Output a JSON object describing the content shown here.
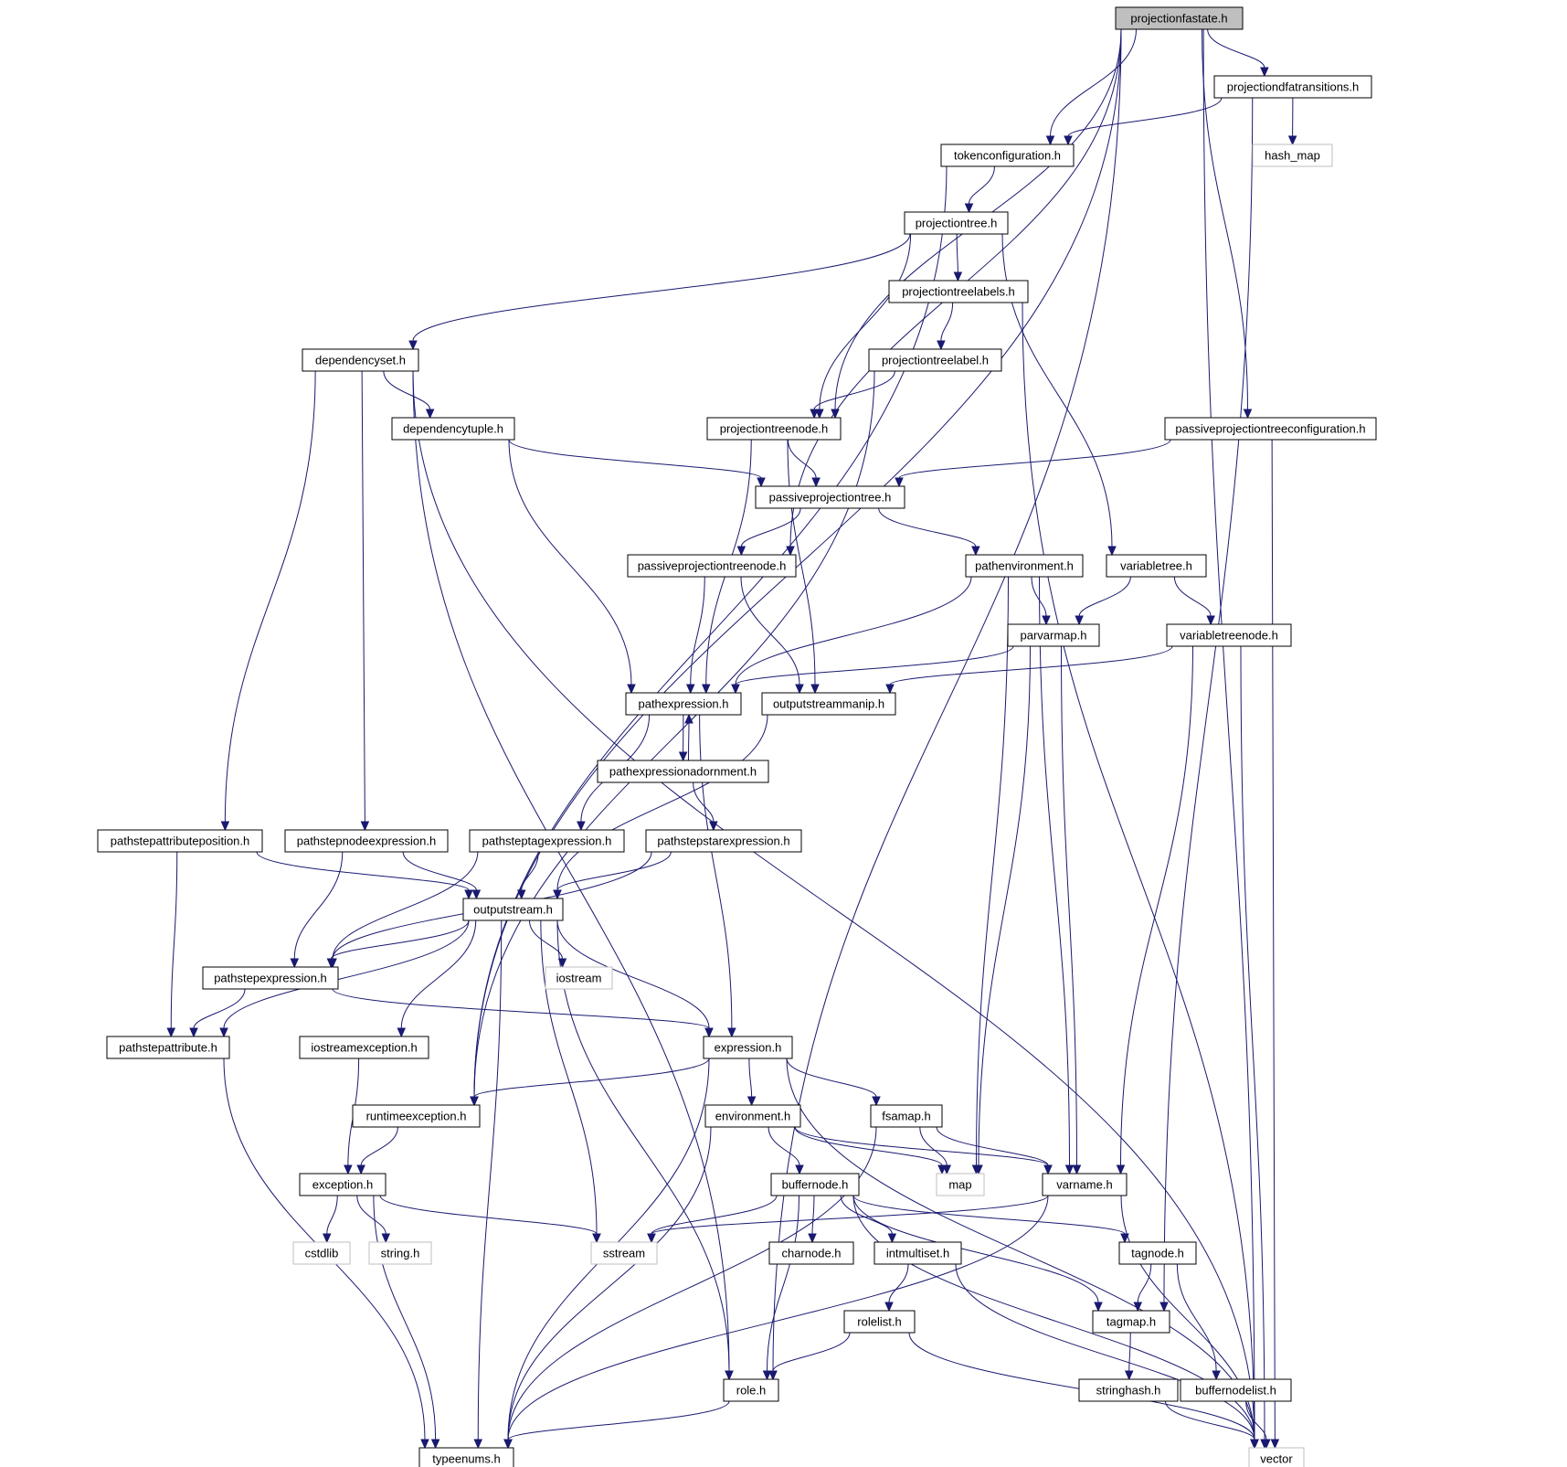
{
  "graph": {
    "title": "projectionfastate.h",
    "colors": {
      "edge": "#191970",
      "root_fill": "#bfbfbf",
      "system_border": "#bfbfbf",
      "node_border": "#000000"
    },
    "nodes": [
      {
        "id": "projectionfastate",
        "label": "projectionfastate.h",
        "kind": "root"
      },
      {
        "id": "projectiondfatransitions",
        "label": "projectiondfatransitions.h",
        "kind": "normal"
      },
      {
        "id": "hash_map",
        "label": "hash_map",
        "kind": "system"
      },
      {
        "id": "tokenconfiguration",
        "label": "tokenconfiguration.h",
        "kind": "normal"
      },
      {
        "id": "projectiontree",
        "label": "projectiontree.h",
        "kind": "normal"
      },
      {
        "id": "projectiontreelabels",
        "label": "projectiontreelabels.h",
        "kind": "normal"
      },
      {
        "id": "dependencyset",
        "label": "dependencyset.h",
        "kind": "normal"
      },
      {
        "id": "projectiontreelabel",
        "label": "projectiontreelabel.h",
        "kind": "normal"
      },
      {
        "id": "dependencytuple",
        "label": "dependencytuple.h",
        "kind": "normal"
      },
      {
        "id": "projectiontreenode",
        "label": "projectiontreenode.h",
        "kind": "normal"
      },
      {
        "id": "passiveprojectiontreeconfiguration",
        "label": "passiveprojectiontreeconfiguration.h",
        "kind": "normal"
      },
      {
        "id": "passiveprojectiontree",
        "label": "passiveprojectiontree.h",
        "kind": "normal"
      },
      {
        "id": "passiveprojectiontreenode",
        "label": "passiveprojectiontreenode.h",
        "kind": "normal"
      },
      {
        "id": "pathenvironment",
        "label": "pathenvironment.h",
        "kind": "normal"
      },
      {
        "id": "variabletree",
        "label": "variabletree.h",
        "kind": "normal"
      },
      {
        "id": "parvarmap",
        "label": "parvarmap.h",
        "kind": "normal"
      },
      {
        "id": "variabletreenode",
        "label": "variabletreenode.h",
        "kind": "normal"
      },
      {
        "id": "pathexpression",
        "label": "pathexpression.h",
        "kind": "normal"
      },
      {
        "id": "outputstreammanip",
        "label": "outputstreammanip.h",
        "kind": "normal"
      },
      {
        "id": "pathexpressionadornment",
        "label": "pathexpressionadornment.h",
        "kind": "normal"
      },
      {
        "id": "pathstepattributeposition",
        "label": "pathstepattributeposition.h",
        "kind": "normal"
      },
      {
        "id": "pathstepnodeexpression",
        "label": "pathstepnodeexpression.h",
        "kind": "normal"
      },
      {
        "id": "pathsteptagexpression",
        "label": "pathsteptagexpression.h",
        "kind": "normal"
      },
      {
        "id": "pathstepstarexpression",
        "label": "pathstepstarexpression.h",
        "kind": "normal"
      },
      {
        "id": "outputstream",
        "label": "outputstream.h",
        "kind": "normal"
      },
      {
        "id": "pathstepexpression",
        "label": "pathstepexpression.h",
        "kind": "normal"
      },
      {
        "id": "iostream",
        "label": "iostream",
        "kind": "system"
      },
      {
        "id": "pathstepattribute",
        "label": "pathstepattribute.h",
        "kind": "normal"
      },
      {
        "id": "iostreamexception",
        "label": "iostreamexception.h",
        "kind": "normal"
      },
      {
        "id": "expression",
        "label": "expression.h",
        "kind": "normal"
      },
      {
        "id": "runtimeexception",
        "label": "runtimeexception.h",
        "kind": "normal"
      },
      {
        "id": "environment",
        "label": "environment.h",
        "kind": "normal"
      },
      {
        "id": "fsamap",
        "label": "fsamap.h",
        "kind": "normal"
      },
      {
        "id": "exception",
        "label": "exception.h",
        "kind": "normal"
      },
      {
        "id": "buffernode",
        "label": "buffernode.h",
        "kind": "normal"
      },
      {
        "id": "map",
        "label": "map",
        "kind": "system"
      },
      {
        "id": "varname",
        "label": "varname.h",
        "kind": "normal"
      },
      {
        "id": "cstdlib",
        "label": "cstdlib",
        "kind": "system"
      },
      {
        "id": "string",
        "label": "string.h",
        "kind": "system"
      },
      {
        "id": "sstream",
        "label": "sstream",
        "kind": "system"
      },
      {
        "id": "charnode",
        "label": "charnode.h",
        "kind": "normal"
      },
      {
        "id": "intmultiset",
        "label": "intmultiset.h",
        "kind": "normal"
      },
      {
        "id": "tagnode",
        "label": "tagnode.h",
        "kind": "normal"
      },
      {
        "id": "rolelist",
        "label": "rolelist.h",
        "kind": "normal"
      },
      {
        "id": "tagmap",
        "label": "tagmap.h",
        "kind": "normal"
      },
      {
        "id": "role",
        "label": "role.h",
        "kind": "normal"
      },
      {
        "id": "stringhash",
        "label": "stringhash.h",
        "kind": "normal"
      },
      {
        "id": "buffernodelist",
        "label": "buffernodelist.h",
        "kind": "normal"
      },
      {
        "id": "typeenums",
        "label": "typeenums.h",
        "kind": "normal"
      },
      {
        "id": "vector",
        "label": "vector",
        "kind": "system"
      }
    ],
    "edges": [
      [
        "projectionfastate",
        "projectiondfatransitions"
      ],
      [
        "projectionfastate",
        "tokenconfiguration"
      ],
      [
        "projectionfastate",
        "projectiontreenode"
      ],
      [
        "projectionfastate",
        "passiveprojectiontreeconfiguration"
      ],
      [
        "projectionfastate",
        "passiveprojectiontreenode"
      ],
      [
        "projectionfastate",
        "runtimeexception"
      ],
      [
        "projectionfastate",
        "role"
      ],
      [
        "projectionfastate",
        "vector"
      ],
      [
        "projectiondfatransitions",
        "hash_map"
      ],
      [
        "projectiondfatransitions",
        "tokenconfiguration"
      ],
      [
        "projectiondfatransitions",
        "tagmap"
      ],
      [
        "tokenconfiguration",
        "projectiontree"
      ],
      [
        "tokenconfiguration",
        "runtimeexception"
      ],
      [
        "projectiontree",
        "projectiontreelabels"
      ],
      [
        "projectiontree",
        "dependencyset"
      ],
      [
        "projectiontree",
        "projectiontreenode"
      ],
      [
        "projectiontree",
        "variabletree"
      ],
      [
        "projectiontreelabels",
        "projectiontreelabel"
      ],
      [
        "projectiontreelabels",
        "vector"
      ],
      [
        "projectiontreelabel",
        "projectiontreenode"
      ],
      [
        "projectiontreelabel",
        "runtimeexception"
      ],
      [
        "dependencyset",
        "dependencytuple"
      ],
      [
        "dependencyset",
        "pathstepattributeposition"
      ],
      [
        "dependencyset",
        "pathstepnodeexpression"
      ],
      [
        "dependencyset",
        "vector"
      ],
      [
        "dependencytuple",
        "passiveprojectiontree"
      ],
      [
        "dependencytuple",
        "pathexpression"
      ],
      [
        "projectiontreenode",
        "passiveprojectiontree"
      ],
      [
        "projectiontreenode",
        "pathexpression"
      ],
      [
        "projectiontreenode",
        "outputstreammanip"
      ],
      [
        "passiveprojectiontreeconfiguration",
        "passiveprojectiontree"
      ],
      [
        "passiveprojectiontreeconfiguration",
        "vector"
      ],
      [
        "passiveprojectiontree",
        "passiveprojectiontreenode"
      ],
      [
        "passiveprojectiontree",
        "pathenvironment"
      ],
      [
        "passiveprojectiontreenode",
        "pathexpression"
      ],
      [
        "passiveprojectiontreenode",
        "outputstreammanip"
      ],
      [
        "pathenvironment",
        "parvarmap"
      ],
      [
        "pathenvironment",
        "pathexpression"
      ],
      [
        "pathenvironment",
        "map"
      ],
      [
        "pathenvironment",
        "varname"
      ],
      [
        "variabletree",
        "parvarmap"
      ],
      [
        "variabletree",
        "variabletreenode"
      ],
      [
        "parvarmap",
        "pathexpression"
      ],
      [
        "parvarmap",
        "map"
      ],
      [
        "parvarmap",
        "varname"
      ],
      [
        "variabletreenode",
        "outputstreammanip"
      ],
      [
        "variabletreenode",
        "varname"
      ],
      [
        "variabletreenode",
        "vector"
      ],
      [
        "pathexpression",
        "pathexpressionadornment"
      ],
      [
        "pathexpressionadornment",
        "pathexpression"
      ],
      [
        "pathexpression",
        "pathsteptagexpression"
      ],
      [
        "pathexpression",
        "expression"
      ],
      [
        "pathexpressionadornment",
        "pathstepstarexpression"
      ],
      [
        "outputstreammanip",
        "outputstream"
      ],
      [
        "pathstepattributeposition",
        "outputstream"
      ],
      [
        "pathstepattributeposition",
        "pathstepattribute"
      ],
      [
        "pathstepnodeexpression",
        "outputstream"
      ],
      [
        "pathstepnodeexpression",
        "pathstepexpression"
      ],
      [
        "pathsteptagexpression",
        "outputstream"
      ],
      [
        "pathsteptagexpression",
        "pathstepexpression"
      ],
      [
        "pathstepstarexpression",
        "outputstream"
      ],
      [
        "pathstepstarexpression",
        "pathstepexpression"
      ],
      [
        "outputstream",
        "pathstepexpression"
      ],
      [
        "outputstream",
        "iostream"
      ],
      [
        "outputstream",
        "pathstepattribute"
      ],
      [
        "outputstream",
        "iostreamexception"
      ],
      [
        "outputstream",
        "expression"
      ],
      [
        "outputstream",
        "sstream"
      ],
      [
        "outputstream",
        "role"
      ],
      [
        "outputstream",
        "typeenums"
      ],
      [
        "pathstepexpression",
        "pathstepattribute"
      ],
      [
        "pathstepexpression",
        "expression"
      ],
      [
        "pathstepattribute",
        "typeenums"
      ],
      [
        "iostreamexception",
        "exception"
      ],
      [
        "expression",
        "runtimeexception"
      ],
      [
        "expression",
        "environment"
      ],
      [
        "expression",
        "fsamap"
      ],
      [
        "expression",
        "typeenums"
      ],
      [
        "expression",
        "vector"
      ],
      [
        "runtimeexception",
        "exception"
      ],
      [
        "environment",
        "buffernode"
      ],
      [
        "environment",
        "map"
      ],
      [
        "environment",
        "varname"
      ],
      [
        "environment",
        "typeenums"
      ],
      [
        "fsamap",
        "map"
      ],
      [
        "fsamap",
        "varname"
      ],
      [
        "fsamap",
        "typeenums"
      ],
      [
        "exception",
        "cstdlib"
      ],
      [
        "exception",
        "string"
      ],
      [
        "exception",
        "sstream"
      ],
      [
        "exception",
        "typeenums"
      ],
      [
        "buffernode",
        "charnode"
      ],
      [
        "buffernode",
        "intmultiset"
      ],
      [
        "buffernode",
        "tagnode"
      ],
      [
        "buffernode",
        "tagmap"
      ],
      [
        "buffernode",
        "role"
      ],
      [
        "buffernode",
        "sstream"
      ],
      [
        "buffernode",
        "vector"
      ],
      [
        "varname",
        "sstream"
      ],
      [
        "varname",
        "vector"
      ],
      [
        "varname",
        "typeenums"
      ],
      [
        "intmultiset",
        "rolelist"
      ],
      [
        "intmultiset",
        "vector"
      ],
      [
        "tagnode",
        "tagmap"
      ],
      [
        "tagnode",
        "buffernodelist"
      ],
      [
        "rolelist",
        "role"
      ],
      [
        "rolelist",
        "vector"
      ],
      [
        "tagmap",
        "stringhash"
      ],
      [
        "stringhash",
        "vector"
      ],
      [
        "buffernodelist",
        "vector"
      ],
      [
        "role",
        "typeenums"
      ],
      [
        "dependencyset",
        "role"
      ]
    ]
  }
}
